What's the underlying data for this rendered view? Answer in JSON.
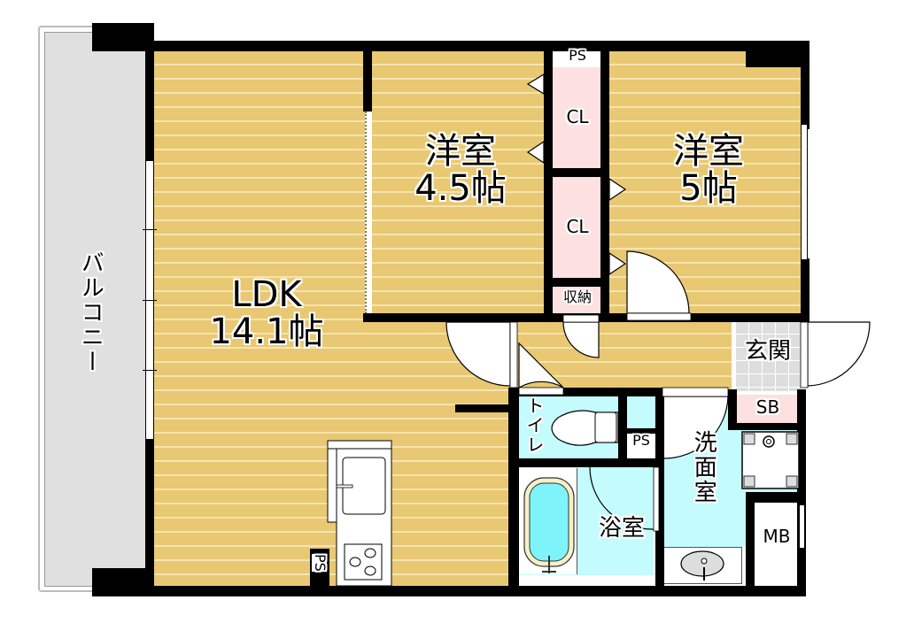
{
  "floor_plan": {
    "title": "",
    "rooms": [
      {
        "id": "ldk",
        "name": "LDK",
        "size": "14.1帖"
      },
      {
        "id": "western1",
        "name": "洋室",
        "size": "4.5帖"
      },
      {
        "id": "western2",
        "name": "洋室",
        "size": "5帖"
      },
      {
        "id": "balcony",
        "name": "バルコニー"
      },
      {
        "id": "toilet",
        "name": "トイレ"
      },
      {
        "id": "bath",
        "name": "浴室"
      },
      {
        "id": "washroom",
        "name": "洗面室"
      },
      {
        "id": "entrance",
        "name": "玄関"
      }
    ],
    "storage": {
      "closet1": "CL",
      "closet2": "CL",
      "storage_small": "収納",
      "shoe_box": "SB",
      "meter_box": "MB"
    },
    "pipe_spaces": {
      "top": "PS",
      "toilet_side": "PS",
      "kitchen": "PS"
    },
    "colors": {
      "wood_floor": "#e8c872",
      "floor_stripe": "#f5e4b0",
      "wet_area": "#c4fbfd",
      "storage": "#fde0e0",
      "balcony": "#e0e0e0",
      "entrance_tile": "#dedede",
      "wall": "#000000"
    }
  }
}
